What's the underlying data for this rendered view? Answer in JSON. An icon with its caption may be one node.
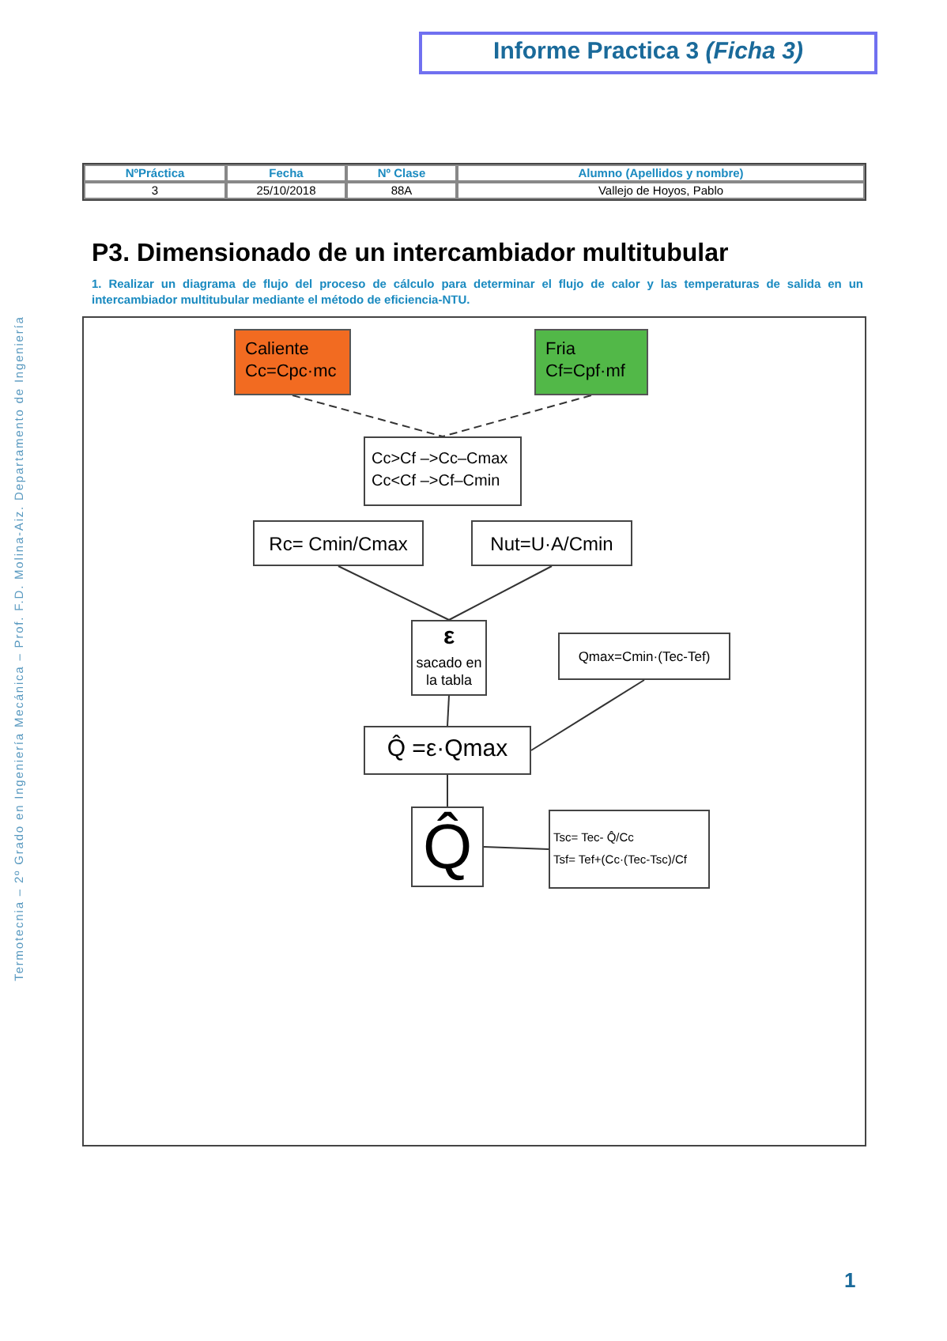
{
  "diagram": {
    "title": "P3. Dimensionado de un intercambiador multitubular",
    "nodes": [
      {
        "text": [
          "Informe Practica 3 *(Ficha 3)*"
        ]
      },
      {
        "text": [
          "Caliente",
          "Cc=Cpc·mc"
        ]
      },
      {
        "text": [
          "Fria",
          "Cf=Cpf·mf"
        ]
      },
      {
        "text": [
          "Cc>Cf –>Cc–Cmax",
          "Cc<Cf –>Cf–Cmin"
        ]
      },
      {
        "text": [
          "Rc= Cmin/Cmax"
        ]
      },
      {
        "text": [
          "Nut=U·A/Cmin"
        ]
      },
      {
        "text": [
          "ε",
          "sacado en la tabla"
        ]
      },
      {
        "text": [
          "Qmax=Cmin·(Tec-Tef)"
        ]
      },
      {
        "text": [
          "Q̂ =ε·Qmax"
        ]
      },
      {
        "text": [
          "Q̂"
        ]
      },
      {
        "text": [
          "Tsc= Tec- Q̂/Cc",
          "Tsf= Tef+(Cc·(Tec-Tsc)/Cf"
        ]
      }
    ],
    "edges": [
      {
        "from": 1,
        "to": 3,
        "arrow": "none",
        "style": "dashed"
      },
      {
        "from": 2,
        "to": 3,
        "arrow": "none",
        "style": "dashed"
      },
      {
        "from": 4,
        "to": 6,
        "arrow": "none"
      },
      {
        "from": 5,
        "to": 6,
        "arrow": "none"
      },
      {
        "from": 6,
        "to": 8,
        "arrow": "none"
      },
      {
        "from": 7,
        "to": 8,
        "arrow": "none"
      },
      {
        "from": 8,
        "to": 9,
        "arrow": "none"
      },
      {
        "from": 9,
        "to": 10,
        "arrow": "none"
      }
    ],
    "labels": [
      "NºPráctica",
      "Fecha",
      "Nº Clase",
      "**Alumno** (Apellidos y nombre)",
      "3",
      "25/10/2018",
      "88A",
      "Vallejo de Hoyos, Pablo",
      "1. Realizar un diagrama de flujo del proceso de cálculo para determinar el flujo de calor y las temperaturas de salida en un intercambiador multitubular mediante el método de eficiencia-NTU.",
      "Termotecnia – 2º Grado en Ingeniería Mecánica – Prof. F.D. Molina-Aiz. Departamento de Ingeniería",
      "1"
    ]
  }
}
